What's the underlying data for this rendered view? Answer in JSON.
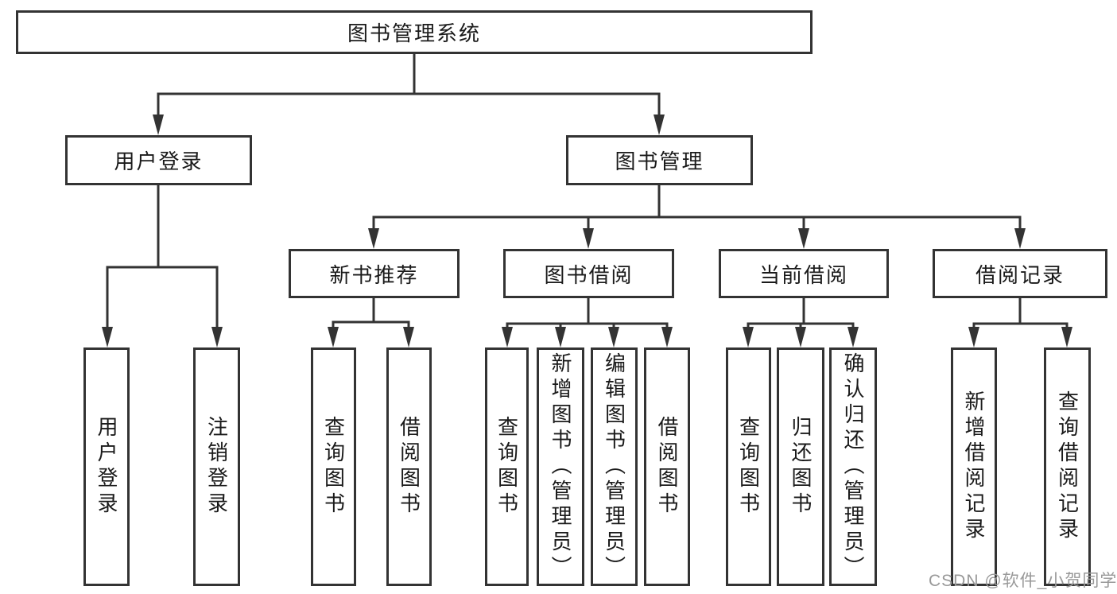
{
  "tree": {
    "root": {
      "label": "图书管理系统"
    },
    "branches": [
      {
        "label": "用户登录",
        "children": [
          {
            "label": "用户登录"
          },
          {
            "label": "注销登录"
          }
        ]
      },
      {
        "label": "图书管理",
        "children": [
          {
            "label": "新书推荐",
            "children": [
              {
                "label": "查询图书"
              },
              {
                "label": "借阅图书"
              }
            ]
          },
          {
            "label": "图书借阅",
            "children": [
              {
                "label": "查询图书"
              },
              {
                "label": "新增图书（管理员）"
              },
              {
                "label": "编辑图书（管理员）"
              },
              {
                "label": "借阅图书"
              }
            ]
          },
          {
            "label": "当前借阅",
            "children": [
              {
                "label": "查询图书"
              },
              {
                "label": "归还图书"
              },
              {
                "label": "确认归还（管理员）"
              }
            ]
          },
          {
            "label": "借阅记录",
            "children": [
              {
                "label": "新增借阅记录"
              },
              {
                "label": "查询借阅记录"
              }
            ]
          }
        ]
      }
    ]
  },
  "watermark": {
    "text": "CSDN @软件_小贺同学"
  },
  "colors": {
    "line": "#333333",
    "box_border": "#333333",
    "text": "#1a1a1a",
    "background": "#ffffff",
    "watermark": "#999999"
  }
}
